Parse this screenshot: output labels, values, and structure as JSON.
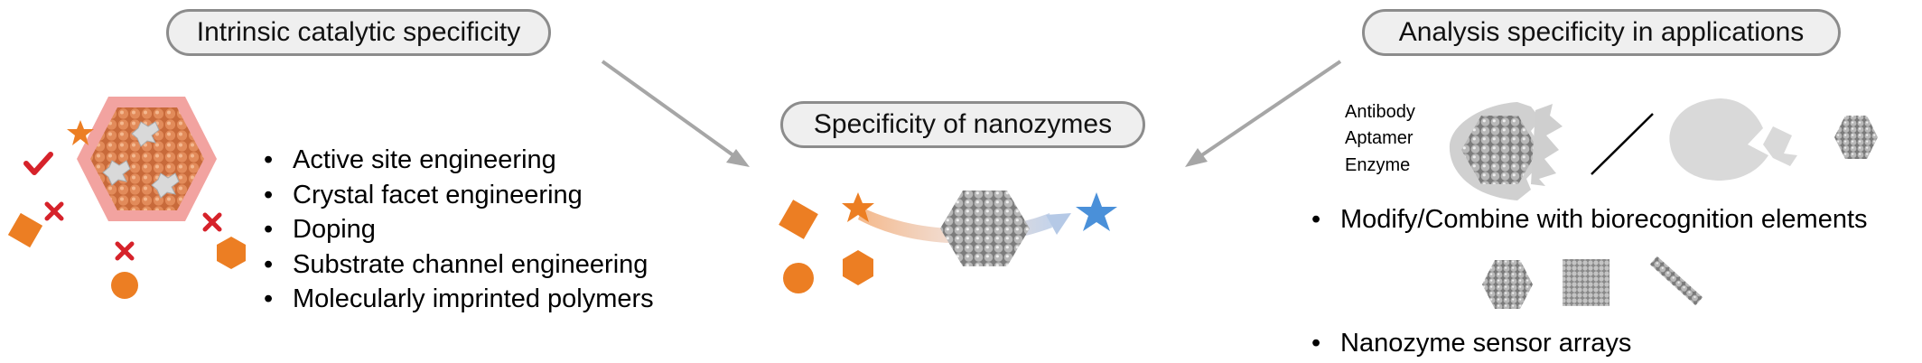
{
  "headers": {
    "left": "Intrinsic catalytic specificity",
    "center": "Specificity of nanozymes",
    "right": "Analysis specificity in applications"
  },
  "left_strategies": [
    "Active site engineering",
    "Crystal facet engineering",
    "Doping",
    "Substrate channel engineering",
    "Molecularly imprinted polymers"
  ],
  "recognition_labels": [
    "Antibody",
    "Aptamer",
    "Enzyme"
  ],
  "right_strategies": [
    "Modify/Combine with biorecognition elements",
    "Nanozyme sensor arrays"
  ],
  "colors": {
    "substrate_orange": "#ec7e23",
    "product_blue": "#4a90d9",
    "reject_red": "#d6222a",
    "accept_red": "#d6222a",
    "halo_pink": "#f2a3a0",
    "arrow_gray": "#a6a6a6",
    "pill_fill": "#efefef",
    "pill_border": "#8c8c8c"
  }
}
